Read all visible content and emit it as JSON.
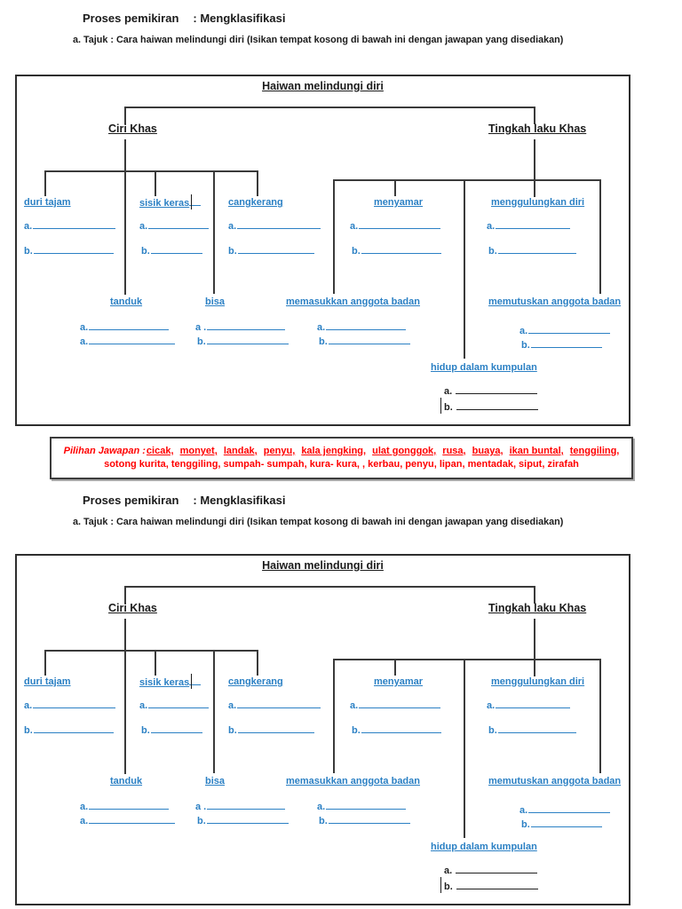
{
  "colors": {
    "accent_blue": "#2b80c4",
    "answer_red": "#ff0000",
    "text_black": "#1b1b1b"
  },
  "header": {
    "process_label": "Proses pemikiran",
    "process_value": ": Mengklasifikasi",
    "task_line": "a.  Tajuk : Cara haiwan melindungi diri (Isikan tempat kosong di bawah ini dengan jawapan yang disediakan)"
  },
  "diagram": {
    "title": "Haiwan melindungi diri",
    "branches": {
      "left": "Ciri Khas",
      "right": "Tingkah laku Khas"
    },
    "nodes": {
      "duri_tajam": {
        "label": "duri tajam",
        "p1": "a.",
        "p2": "b."
      },
      "sisik_keras": {
        "label": "sisik keras",
        "p1": "a.",
        "p2": "b."
      },
      "cangkerang": {
        "label": "cangkerang",
        "p1": "a.",
        "p2": "b."
      },
      "menyamar": {
        "label": "menyamar",
        "p1": "a.",
        "p2": "b."
      },
      "menggulungkan_diri": {
        "label": "menggulungkan diri",
        "p1": "a.",
        "p2": "b."
      },
      "tanduk": {
        "label": "tanduk",
        "p1": "a.",
        "p2": "a."
      },
      "bisa": {
        "label": "bisa",
        "p1": "a .",
        "p2": "b."
      },
      "memasukkan_anggota_badan": {
        "label": "memasukkan anggota badan",
        "p1": "a.",
        "p2": "b."
      },
      "memutuskan_anggota_badan": {
        "label": "memutuskan anggota badan",
        "p1": "a.",
        "p2": "b."
      },
      "hidup_dalam_kumpulan": {
        "label": "hidup dalam kumpulan",
        "p1": "a.",
        "p2": "b."
      }
    }
  },
  "answer_bank": {
    "lead": "Pilihan Jawapan :",
    "underlined_items": [
      "cicak,",
      "monyet,",
      "landak,",
      "penyu,",
      "kala jengking,",
      "ulat gonggok,",
      "rusa,",
      "buaya,",
      "ikan buntal,",
      "tenggiling,"
    ],
    "line2": "sotong kurita, tenggiling, sumpah- sumpah, kura- kura, , kerbau, penyu, lipan, mentadak, siput, zirafah"
  }
}
